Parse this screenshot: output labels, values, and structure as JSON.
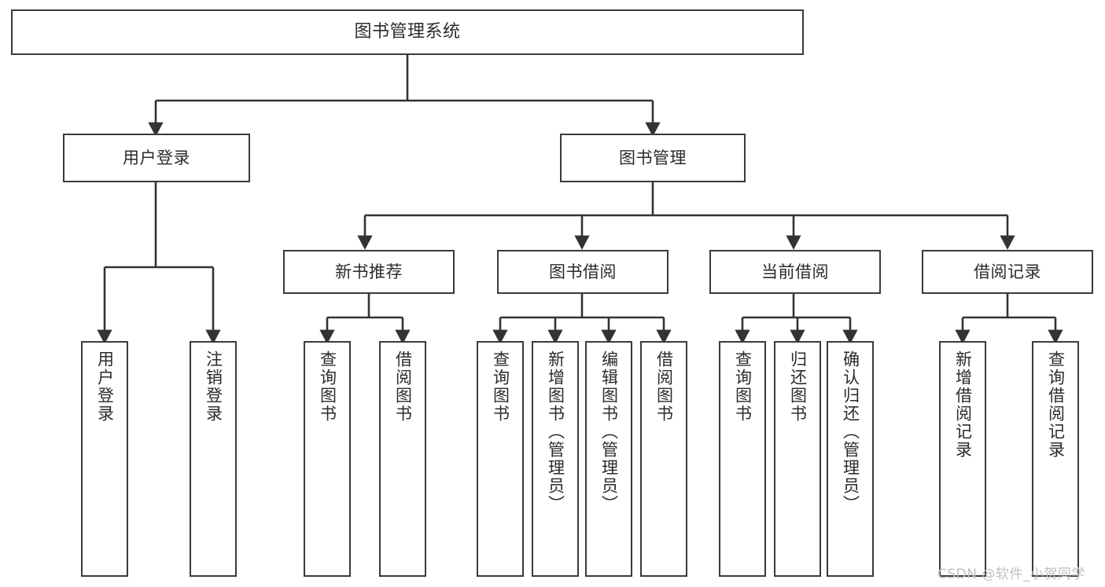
{
  "diagram": {
    "title": "图书管理系统",
    "type": "tree",
    "watermark": "CSDN @软件_小贺同学",
    "colors": {
      "box_border": "#3a3a3a",
      "box_fill": "#ffffff",
      "edge": "#333333",
      "text": "#2b2b2b",
      "watermark": "#bfbfbf",
      "background": "#ffffff"
    },
    "nodes": {
      "root": {
        "label": "图书管理系统",
        "level": 0,
        "orientation": "horizontal"
      },
      "l1": [
        {
          "id": "user_login",
          "label": "用户登录",
          "orientation": "horizontal"
        },
        {
          "id": "book_manage",
          "label": "图书管理",
          "orientation": "horizontal"
        }
      ],
      "l2": [
        {
          "id": "new_book_rec",
          "label": "新书推荐",
          "orientation": "horizontal",
          "parent": "book_manage"
        },
        {
          "id": "book_borrow",
          "label": "图书借阅",
          "orientation": "horizontal",
          "parent": "book_manage"
        },
        {
          "id": "current_borrow",
          "label": "当前借阅",
          "orientation": "horizontal",
          "parent": "book_manage"
        },
        {
          "id": "borrow_record",
          "label": "借阅记录",
          "orientation": "horizontal",
          "parent": "book_manage"
        }
      ],
      "leaves": [
        {
          "id": "leaf_user_login",
          "label": "用户登录",
          "orientation": "vertical",
          "parent": "user_login"
        },
        {
          "id": "leaf_logout",
          "label": "注销登录",
          "orientation": "vertical",
          "parent": "user_login"
        },
        {
          "id": "leaf_query_book_1",
          "label": "查询图书",
          "orientation": "vertical",
          "parent": "new_book_rec"
        },
        {
          "id": "leaf_borrow_book_1",
          "label": "借阅图书",
          "orientation": "vertical",
          "parent": "new_book_rec"
        },
        {
          "id": "leaf_query_book_2",
          "label": "查询图书",
          "orientation": "vertical",
          "parent": "book_borrow"
        },
        {
          "id": "leaf_add_book",
          "label": "新增图书（管理员）",
          "orientation": "vertical",
          "parent": "book_borrow"
        },
        {
          "id": "leaf_edit_book",
          "label": "编辑图书（管理员）",
          "orientation": "vertical",
          "parent": "book_borrow"
        },
        {
          "id": "leaf_borrow_book_2",
          "label": "借阅图书",
          "orientation": "vertical",
          "parent": "book_borrow"
        },
        {
          "id": "leaf_query_book_3",
          "label": "查询图书",
          "orientation": "vertical",
          "parent": "current_borrow"
        },
        {
          "id": "leaf_return_book",
          "label": "归还图书",
          "orientation": "vertical",
          "parent": "current_borrow"
        },
        {
          "id": "leaf_confirm_return",
          "label": "确认归还（管理员）",
          "orientation": "vertical",
          "parent": "current_borrow"
        },
        {
          "id": "leaf_add_record",
          "label": "新增借阅记录",
          "orientation": "vertical",
          "parent": "borrow_record"
        },
        {
          "id": "leaf_query_record",
          "label": "查询借阅记录",
          "orientation": "vertical",
          "parent": "borrow_record"
        }
      ]
    }
  }
}
